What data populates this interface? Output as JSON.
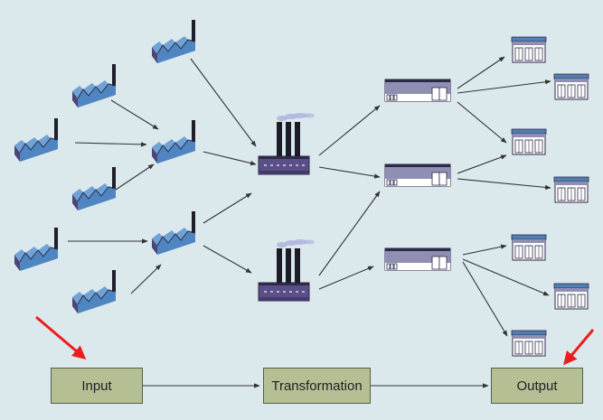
{
  "stages": {
    "input": "Input",
    "transformation": "Transformation",
    "output": "Output"
  },
  "icons": {
    "supplier": "supplier-factory-icon",
    "plant": "manufacturing-plant-icon",
    "warehouse": "warehouse-icon",
    "store": "retail-store-icon",
    "pointer": "red-arrow-icon"
  },
  "colors": {
    "background": "#dbe8ec",
    "factory_blue": "#4f86c1",
    "factory_side": "#4a4678",
    "plant_purple": "#5a4f86",
    "warehouse_gray": "#8f8fb4",
    "stage_box": "#b4bf94",
    "pointer_red": "#ee1c1c",
    "connector": "#333333"
  }
}
